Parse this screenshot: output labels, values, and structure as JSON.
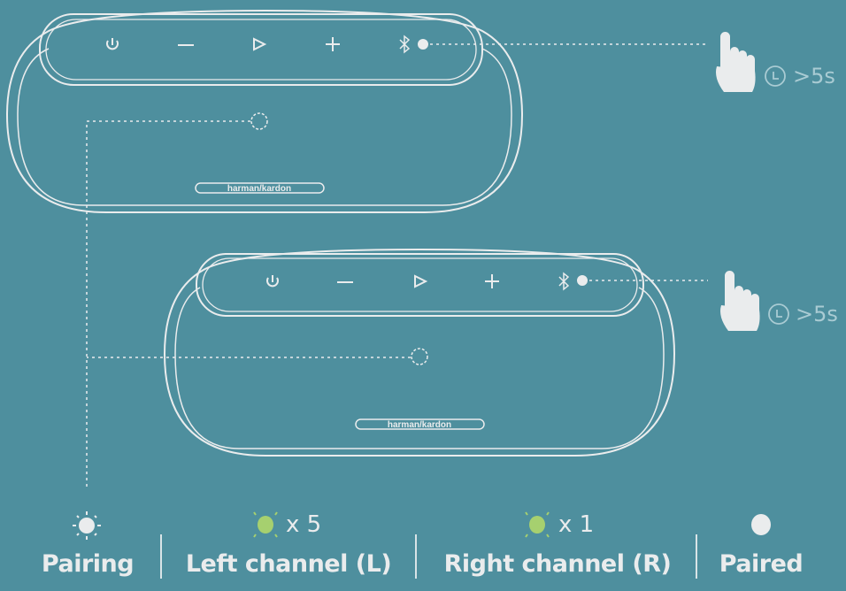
{
  "colors": {
    "background": "#4e8f9e",
    "line": "#eaeced",
    "led_green": "#a6d06f",
    "led_white": "#eaeced"
  },
  "speakers": [
    {
      "name": "top-speaker",
      "brand": "harman/kardon",
      "buttons": [
        "power-icon",
        "minus-icon",
        "play-icon",
        "plus-icon",
        "bluetooth-icon"
      ],
      "hold_duration": ">5s"
    },
    {
      "name": "bottom-speaker",
      "brand": "harman/kardon",
      "buttons": [
        "power-icon",
        "minus-icon",
        "play-icon",
        "plus-icon",
        "bluetooth-icon"
      ],
      "hold_duration": ">5s"
    }
  ],
  "states": [
    {
      "label": "Pairing",
      "led": "white-blinking"
    },
    {
      "label": "Left channel (L)",
      "led": "green-blinking",
      "count": "x 5"
    },
    {
      "label": "Right channel (R)",
      "led": "green-blinking",
      "count": "x 1"
    },
    {
      "label": "Paired",
      "led": "white-solid"
    }
  ]
}
